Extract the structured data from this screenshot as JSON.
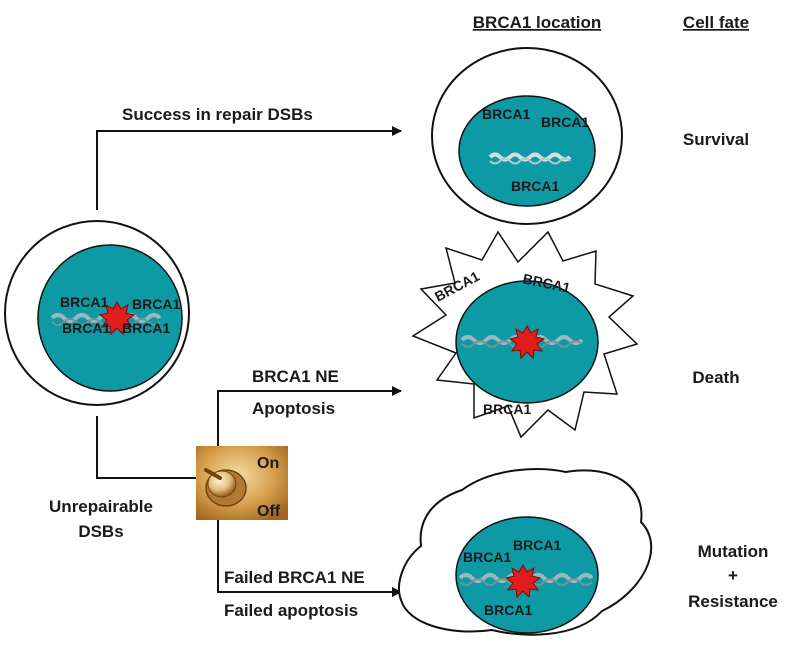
{
  "headers": {
    "location": "BRCA1 location",
    "fate": "Cell fate"
  },
  "arrows": {
    "success": "Success in repair DSBs",
    "unrepairable_line1": "Unrepairable",
    "unrepairable_line2": "DSBs",
    "ne": "BRCA1 NE",
    "apoptosis": "Apoptosis",
    "failed_ne": "Failed BRCA1 NE",
    "failed_apoptosis": "Failed apoptosis"
  },
  "switch": {
    "on": "On",
    "off": "Off"
  },
  "protein": "BRCA1",
  "fates": {
    "survival": "Survival",
    "death": "Death",
    "mutation": "Mutation",
    "plus": "+",
    "resistance": "Resistance"
  },
  "colors": {
    "nucleus": "#0e9aa5",
    "dsb": "#e11d1d",
    "dna": "#9ab8bd",
    "switch_plate": "#c98f3c"
  }
}
